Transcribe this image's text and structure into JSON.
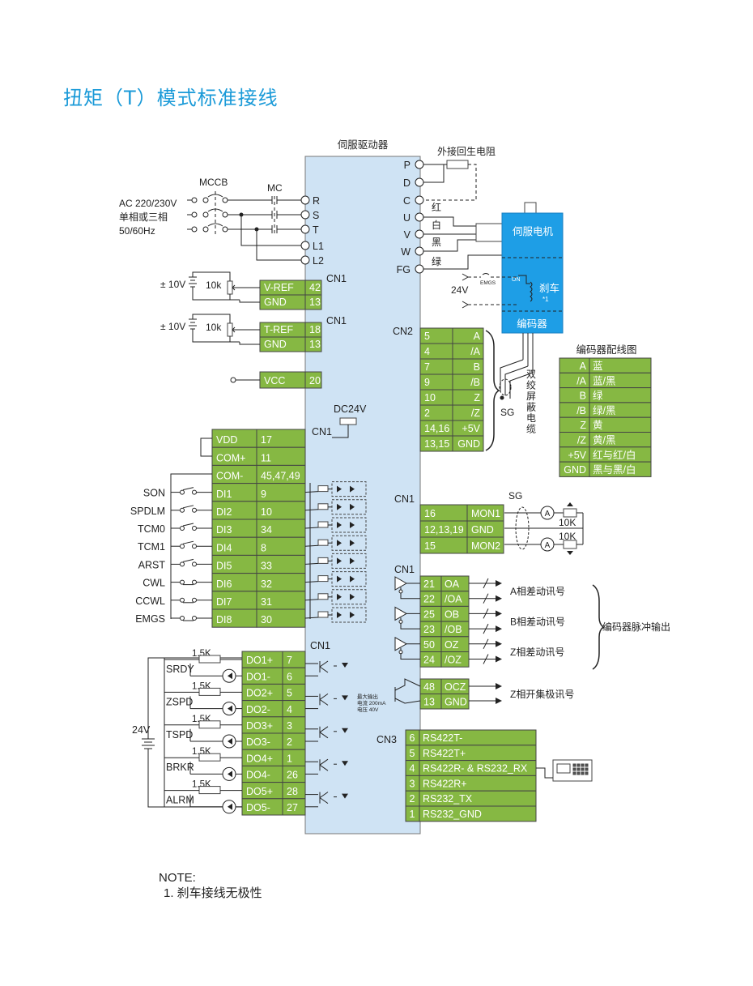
{
  "title": "扭矩（T）模式标准接线",
  "colors": {
    "green": "#86b843",
    "drive": "#cfe3f4",
    "motor": "#1e9ee6",
    "title": "#1a9ad8"
  },
  "drive": {
    "label": "伺服驱动器",
    "power_terms": [
      "P",
      "D",
      "C",
      "U",
      "V",
      "W",
      "FG"
    ],
    "ac_terms": [
      "R",
      "S",
      "T",
      "L1",
      "L2"
    ]
  },
  "power": {
    "mccb": "MCCB",
    "mc": "MC",
    "supply": [
      "AC 220/230V",
      "单相或三相",
      "50/60Hz"
    ]
  },
  "regen": "外接回生电阻",
  "wire_colors": [
    "红",
    "白",
    "黑",
    "绿"
  ],
  "motor": {
    "label": "伺服电机",
    "brake": "刹车",
    "brake_note": "*1",
    "encoder": "编码器",
    "emgs": "EMGS",
    "on": "ON",
    "v24": "24V"
  },
  "cable": {
    "chars": [
      "双",
      "绞",
      "屏",
      "蔽",
      "电",
      "缆"
    ],
    "sg": "SG"
  },
  "cn_labels": {
    "cn1": "CN1",
    "cn2": "CN2",
    "cn3": "CN3",
    "dc24v": "DC24V"
  },
  "analog_in": {
    "v_ref": {
      "pm": "± 10V",
      "pot": "10k",
      "rows": [
        [
          "V-REF",
          "42"
        ],
        [
          "GND",
          "13"
        ]
      ]
    },
    "t_ref": {
      "pm": "± 10V",
      "pot": "10k",
      "rows": [
        [
          "T-REF",
          "18"
        ],
        [
          "GND",
          "13"
        ]
      ]
    },
    "vcc": [
      "VCC",
      "20"
    ]
  },
  "cn2_rows": [
    [
      "5",
      "A"
    ],
    [
      "4",
      "/A"
    ],
    [
      "7",
      "B"
    ],
    [
      "9",
      "/B"
    ],
    [
      "10",
      "Z"
    ],
    [
      "2",
      "/Z"
    ],
    [
      "14,16",
      "+5V"
    ],
    [
      "13,15",
      "GND"
    ]
  ],
  "encoder_wiring": {
    "title": "编码器配线图",
    "rows": [
      [
        "A",
        "蓝"
      ],
      [
        "/A",
        "蓝/黑"
      ],
      [
        "B",
        "绿"
      ],
      [
        "/B",
        "绿/黑"
      ],
      [
        "Z",
        "黄"
      ],
      [
        "/Z",
        "黄/黑"
      ],
      [
        "+5V",
        "红与红/白"
      ],
      [
        "GND",
        "黑与黑/白"
      ]
    ]
  },
  "di_block": {
    "rows": [
      [
        "VDD",
        "17"
      ],
      [
        "COM+",
        "11"
      ],
      [
        "COM-",
        "45,47,49"
      ],
      [
        "DI1",
        "9"
      ],
      [
        "DI2",
        "10"
      ],
      [
        "DI3",
        "34"
      ],
      [
        "DI4",
        "8"
      ],
      [
        "DI5",
        "33"
      ],
      [
        "DI6",
        "32"
      ],
      [
        "DI7",
        "31"
      ],
      [
        "DI8",
        "30"
      ]
    ],
    "switch_labels": [
      "SON",
      "SPDLM",
      "TCM0",
      "TCM1",
      "ARST",
      "CWL",
      "CCWL",
      "EMGS"
    ]
  },
  "monitor": {
    "sg": "SG",
    "rows": [
      [
        "16",
        "MON1"
      ],
      [
        "12,13,19",
        "GND"
      ],
      [
        "15",
        "MON2"
      ]
    ],
    "res": [
      "10K",
      "10K"
    ],
    "meter": "A"
  },
  "pulse_out": {
    "rows": [
      [
        "21",
        "OA"
      ],
      [
        "22",
        "/OA"
      ],
      [
        "25",
        "OB"
      ],
      [
        "23",
        "/OB"
      ],
      [
        "50",
        "OZ"
      ],
      [
        "24",
        "/OZ"
      ]
    ],
    "labels": [
      "A相差动讯号",
      "B相差动讯号",
      "Z相差动讯号"
    ],
    "group": "编码器脉冲输出"
  },
  "open_collector": {
    "rows": [
      [
        "48",
        "OCZ"
      ],
      [
        "13",
        "GND"
      ]
    ],
    "label": "Z相开集极讯号",
    "limits": [
      "最大输出",
      "电流 200mA",
      "电压 40V"
    ]
  },
  "do_block": {
    "rows": [
      [
        "DO1+",
        "7"
      ],
      [
        "DO1-",
        "6"
      ],
      [
        "DO2+",
        "5"
      ],
      [
        "DO2-",
        "4"
      ],
      [
        "DO3+",
        "3"
      ],
      [
        "DO3-",
        "2"
      ],
      [
        "DO4+",
        "1"
      ],
      [
        "DO4-",
        "26"
      ],
      [
        "DO5+",
        "28"
      ],
      [
        "DO5-",
        "27"
      ]
    ],
    "names": [
      "SRDY",
      "ZSPD",
      "TSPD",
      "BRKR",
      "ALRM"
    ],
    "res": "1.5K",
    "v24": "24V"
  },
  "cn3_rows": [
    [
      "6",
      "RS422T-"
    ],
    [
      "5",
      "RS422T+"
    ],
    [
      "4",
      "RS422R- & RS232_RX"
    ],
    [
      "3",
      "RS422R+"
    ],
    [
      "2",
      "RS232_TX"
    ],
    [
      "1",
      "RS232_GND"
    ]
  ],
  "note": {
    "title": "NOTE:",
    "items": [
      "1. 刹车接线无极性"
    ]
  }
}
